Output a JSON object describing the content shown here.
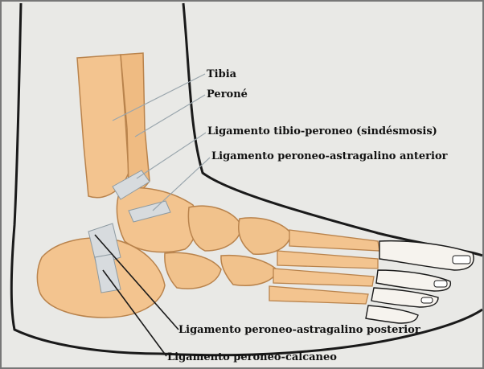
{
  "labels": {
    "tibia": "Tibia",
    "perone": "Peroné",
    "sindesmosis": "Ligamento tibio-peroneo (sindésmosis)",
    "anterior": "Ligamento peroneo-astragalino anterior",
    "posterior": "Ligamento peroneo-astragalino posterior",
    "calcaneo": "Ligamento peroneo-calcaneo"
  },
  "colors": {
    "background": "#e9e9e6",
    "outline": "#1a1a1a",
    "bone": "#f3c48f",
    "bone_shadow": "#e0a96b",
    "bone_line": "#b9834c",
    "ligament": "#d7dbde",
    "leader": "#9aa6ad",
    "text": "#111111"
  }
}
